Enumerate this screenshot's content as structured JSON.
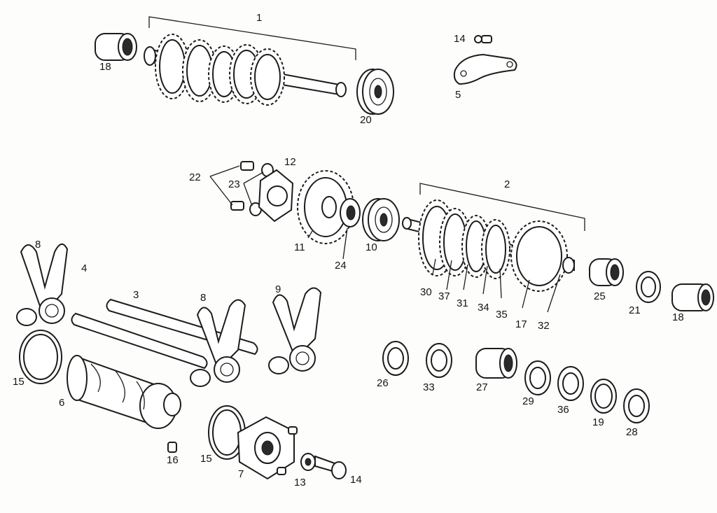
{
  "labels": {
    "p1": "1",
    "p2": "2",
    "p3": "3",
    "p4": "4",
    "p5": "5",
    "p6": "6",
    "p7": "7",
    "p8a": "8",
    "p8b": "8",
    "p9": "9",
    "p10": "10",
    "p11": "11",
    "p12": "12",
    "p13": "13",
    "p14a": "14",
    "p14b": "14",
    "p15a": "15",
    "p15b": "15",
    "p16": "16",
    "p17": "17",
    "p18a": "18",
    "p18b": "18",
    "p19": "19",
    "p20": "20",
    "p21": "21",
    "p22": "22",
    "p23": "23",
    "p24": "24",
    "p25": "25",
    "p26": "26",
    "p27": "27",
    "p28": "28",
    "p29": "29",
    "p30": "30",
    "p31": "31",
    "p32": "32",
    "p33": "33",
    "p34": "34",
    "p35": "35",
    "p36": "36",
    "p37": "37"
  },
  "colors": {
    "line": "#1c1c1c",
    "paper": "#fdfdfb"
  }
}
